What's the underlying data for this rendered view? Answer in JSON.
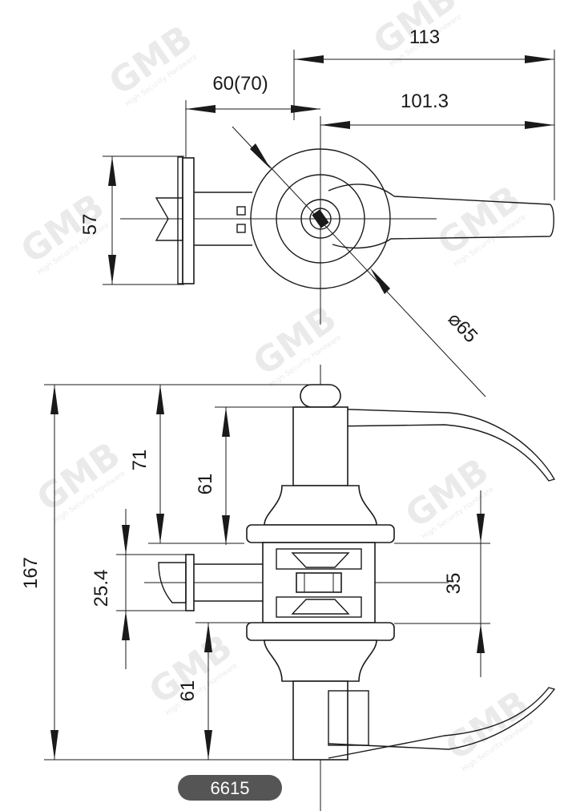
{
  "watermark": {
    "brand": "GMB",
    "tagline": "High Security Hardware"
  },
  "dimensions": {
    "overall_length": "113",
    "lever_length": "101.3",
    "backset": "60(70)",
    "plate_height": "57",
    "rose_diameter": "⌀65",
    "total_height": "167",
    "top_offset": "71",
    "upper_gap": "61",
    "lower_gap": "61",
    "latch_face": "25.4",
    "door_thickness": "35"
  },
  "model_badge": "6615"
}
